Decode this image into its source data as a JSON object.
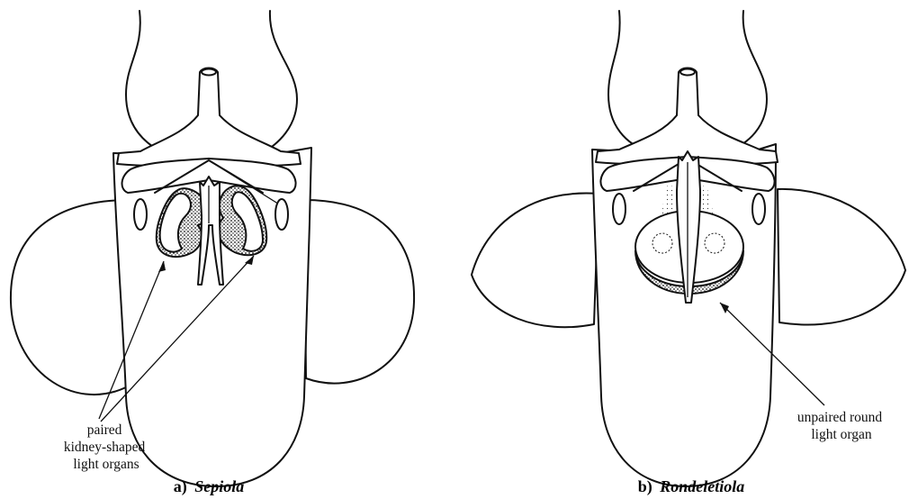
{
  "figure": {
    "panel_a": {
      "letter": "a)",
      "genus": "Sepiola",
      "callout_lines": [
        "paired",
        "kidney-shaped",
        "light organs"
      ]
    },
    "panel_b": {
      "letter": "b)",
      "genus": "Rondeletiola",
      "callout_lines": [
        "unpaired round",
        "light organ"
      ]
    }
  }
}
